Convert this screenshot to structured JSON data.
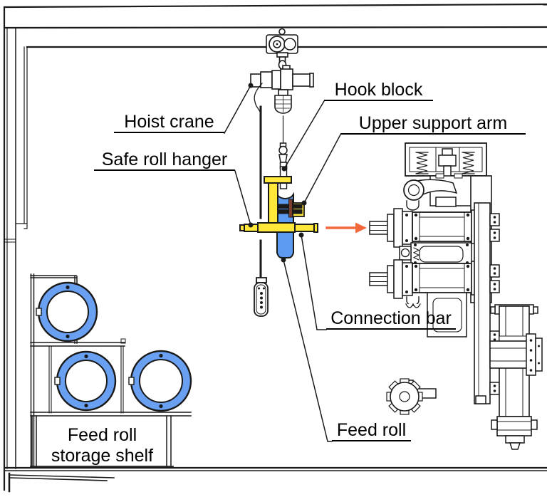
{
  "diagram": {
    "labels": {
      "hoist_crane": "Hoist crane",
      "hook_block": "Hook block",
      "upper_support_arm": "Upper support arm",
      "safe_roll_hanger": "Safe roll hanger",
      "connection_bar": "Connection bar",
      "feed_roll": "Feed roll",
      "storage_shelf_line1": "Feed roll",
      "storage_shelf_line2": "storage shelf"
    },
    "colors": {
      "line_black": "#1a1a1a",
      "highlight_yellow": "#ffe83a",
      "roll_blue": "#5c9aef",
      "ring_blue": "#69a0f2",
      "arrow_orange": "#f2683c",
      "pin_brown": "#7d3f2c"
    }
  }
}
